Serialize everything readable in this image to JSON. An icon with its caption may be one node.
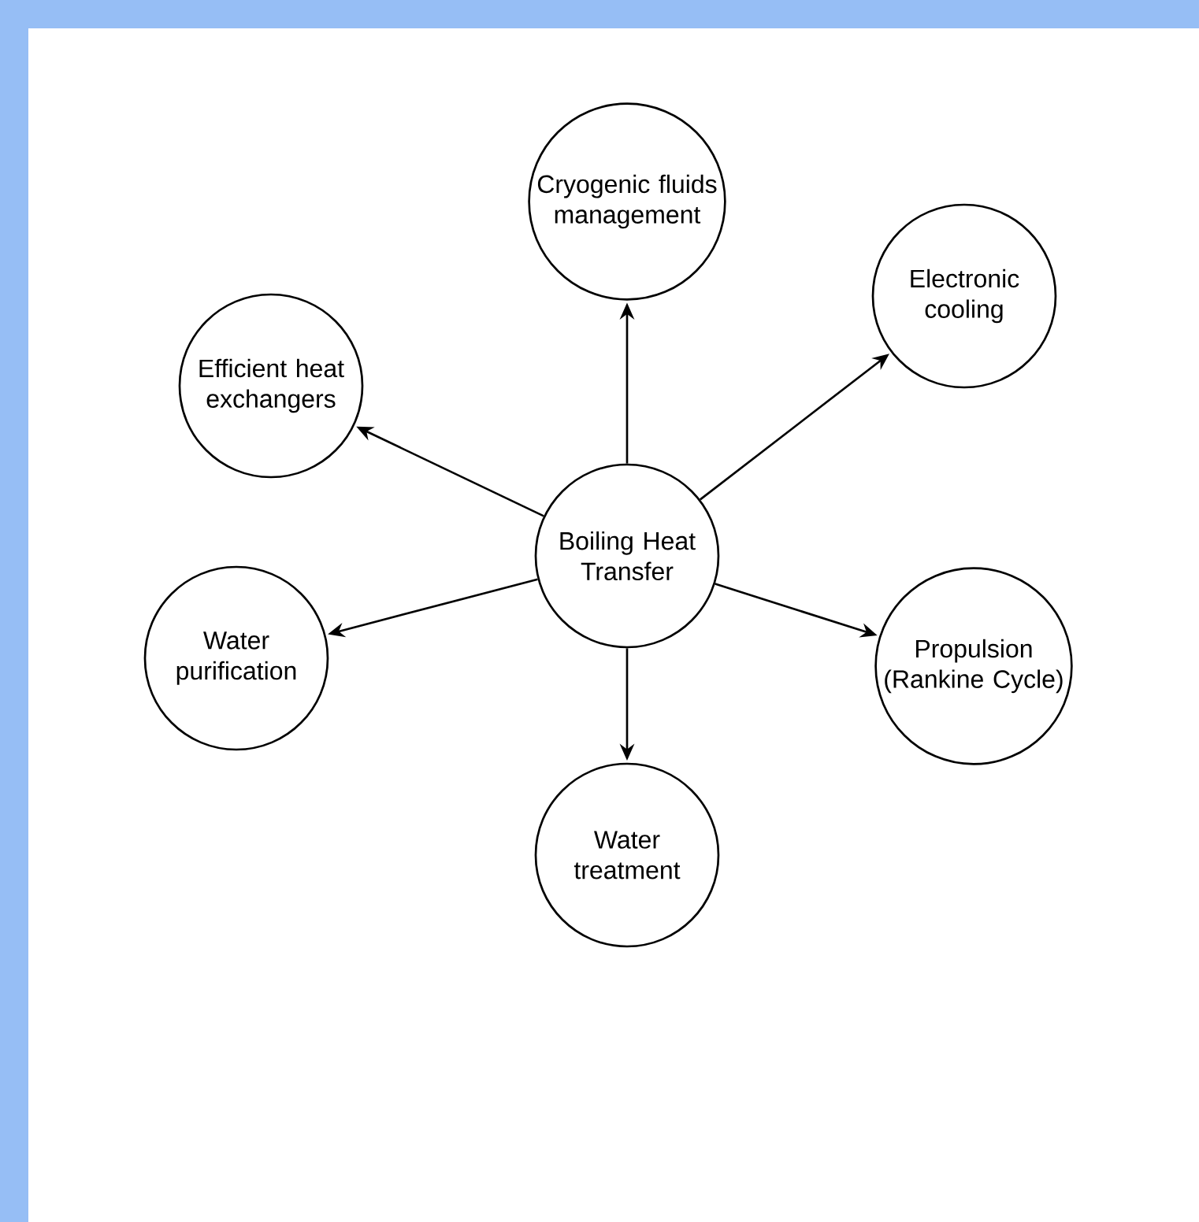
{
  "diagram": {
    "nodes": [
      {
        "text": [
          "Cryogenic fluids management"
        ]
      },
      {
        "text": [
          "Electronic cooling"
        ]
      },
      {
        "text": [
          "Efficient heat exchangers"
        ]
      },
      {
        "text": [
          "Boiling Heat Transfer"
        ]
      },
      {
        "text": [
          "Water purification"
        ]
      },
      {
        "text": [
          "Propulsion (Rankine Cycle)"
        ]
      },
      {
        "text": [
          "Water treatment"
        ]
      }
    ],
    "edges": [
      {
        "from": 3,
        "to": 0,
        "arrow": "to"
      },
      {
        "from": 3,
        "to": 1,
        "arrow": "to"
      },
      {
        "from": 3,
        "to": 2,
        "arrow": "to"
      },
      {
        "from": 3,
        "to": 4,
        "arrow": "to"
      },
      {
        "from": 3,
        "to": 5,
        "arrow": "to"
      },
      {
        "from": 3,
        "to": 6,
        "arrow": "to"
      }
    ]
  }
}
